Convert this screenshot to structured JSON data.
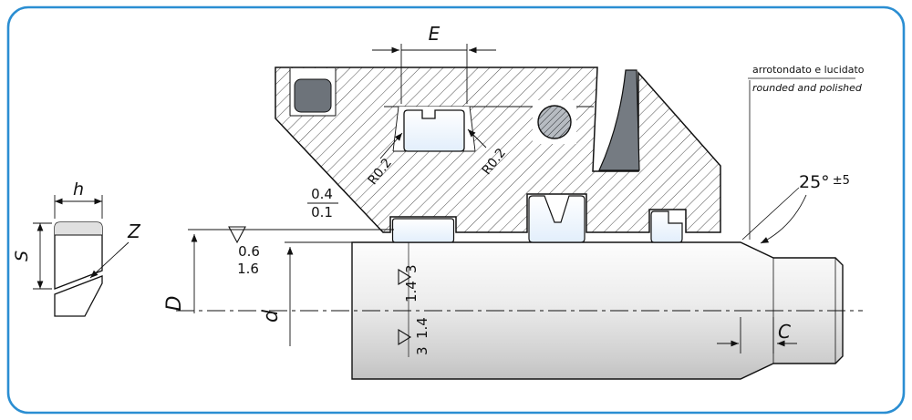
{
  "labels": {
    "h": "h",
    "s": "S",
    "z": "Z",
    "e": "E",
    "D": "D",
    "d": "d",
    "c": "C"
  },
  "radii": {
    "left": "R0.2",
    "right": "R0.2"
  },
  "roughness": {
    "top_upper": "0.4",
    "top_lower": "0.1",
    "left_upper": "0.6",
    "left_lower": "1.6",
    "shaft_top_first": "1.4",
    "shaft_top_second": "3",
    "shaft_bottom_first": "3",
    "shaft_bottom_second": "1.4"
  },
  "angle": {
    "value": "25°",
    "tolerance": "±5"
  },
  "note": {
    "italian": "arrotondato e lucidato",
    "english": "rounded and polished"
  },
  "colors": {
    "frame": "#2b8ed2",
    "ink": "#111111",
    "dark_part": "#757b82",
    "oring_fill": "#b7bcc2",
    "seal_tint": "#e2eefb"
  }
}
